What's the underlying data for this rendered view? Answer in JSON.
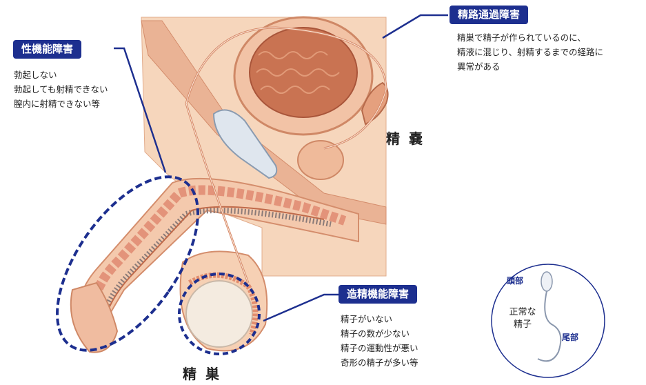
{
  "labels": {
    "sexual_dysfunction": {
      "title": "性機能障害",
      "description": "勃起しない\n勃起しても射精できない\n膣内に射精できない等"
    },
    "duct_disorder": {
      "title": "精路通過障害",
      "description": "精巣で精子が作られているのに、\n精液に混じり、射精するまでの経路に\n異常がある"
    },
    "spermatogenesis_disorder": {
      "title": "造精機能障害",
      "description": "精子がいない\n精子の数が少ない\n精子の運動性が悪い\n奇形の精子が多い等"
    },
    "seminal_vesicle": "精 嚢",
    "testis": "精 巣"
  },
  "sperm_inset": {
    "head": "頭部",
    "tail": "尾部",
    "center": "正常な\n精子"
  },
  "colors": {
    "accent": "#1d2f8f",
    "tissue": "#f3c9a8",
    "tissue_dark": "#e8a98a",
    "muscle": "#d98a6a",
    "line": "#c06a4a"
  }
}
